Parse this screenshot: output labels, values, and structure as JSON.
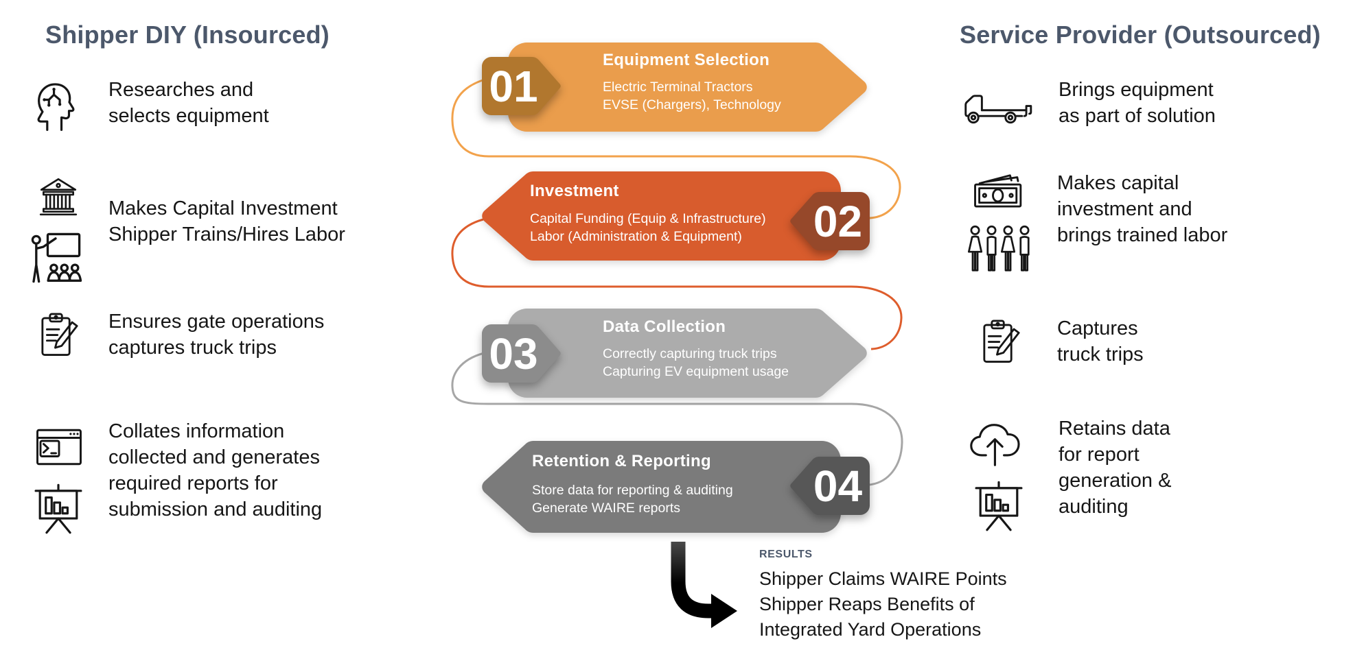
{
  "colors": {
    "heading": "#4C586B",
    "text": "#161616",
    "background": "#FFFFFF",
    "arrow_top": "#4A4A4A",
    "arrow_dark": "#000000"
  },
  "left_panel": {
    "title": "Shipper DIY (Insourced)",
    "items": [
      {
        "icons": [
          "brain-circuit-icon"
        ],
        "text": "Researches and\nselects equipment"
      },
      {
        "icons": [
          "bank-icon",
          "trainer-icon"
        ],
        "text": "Makes Capital Investment\nShipper Trains/Hires Labor"
      },
      {
        "icons": [
          "clipboard-pencil-icon"
        ],
        "text": "Ensures gate operations\ncaptures truck trips"
      },
      {
        "icons": [
          "terminal-window-icon",
          "presentation-chart-icon"
        ],
        "text": "Collates information\ncollected and generates\nrequired reports for\nsubmission and auditing"
      }
    ]
  },
  "flow": {
    "connector_colors": [
      "#F2A24B",
      "#DE5D2C",
      "#A6A6A6"
    ],
    "steps": [
      {
        "number": "01",
        "title": "Equipment Selection",
        "body": "Electric Terminal Tractors\nEVSE (Chargers), Technology",
        "banner_color": "#EA9D4C",
        "badge_color": "#B1772E"
      },
      {
        "number": "02",
        "title": "Investment",
        "body": "Capital Funding (Equip & Infrastructure)\nLabor (Administration & Equipment)",
        "banner_color": "#D85C2D",
        "badge_color": "#96482A"
      },
      {
        "number": "03",
        "title": "Data Collection",
        "body": "Correctly capturing truck trips\nCapturing EV equipment usage",
        "banner_color": "#ACACAC",
        "badge_color": "#8C8C8C"
      },
      {
        "number": "04",
        "title": "Retention & Reporting",
        "body": "Store data for reporting & auditing\nGenerate WAIRE reports",
        "banner_color": "#7B7B7B",
        "badge_color": "#575757"
      }
    ]
  },
  "results": {
    "label": "RESULTS",
    "text": "Shipper Claims WAIRE Points\nShipper Reaps Benefits of\nIntegrated Yard Operations"
  },
  "right_panel": {
    "title": "Service Provider (Outsourced)",
    "items": [
      {
        "icons": [
          "truck-icon"
        ],
        "text": "Brings equipment\nas part of solution"
      },
      {
        "icons": [
          "money-icon",
          "people-group-icon"
        ],
        "text": "Makes capital\ninvestment and\nbrings trained labor"
      },
      {
        "icons": [
          "clipboard-pencil-icon"
        ],
        "text": "Captures\ntruck trips"
      },
      {
        "icons": [
          "cloud-upload-icon",
          "presentation-chart-icon"
        ],
        "text": "Retains data\nfor report\ngeneration &\nauditing"
      }
    ]
  }
}
